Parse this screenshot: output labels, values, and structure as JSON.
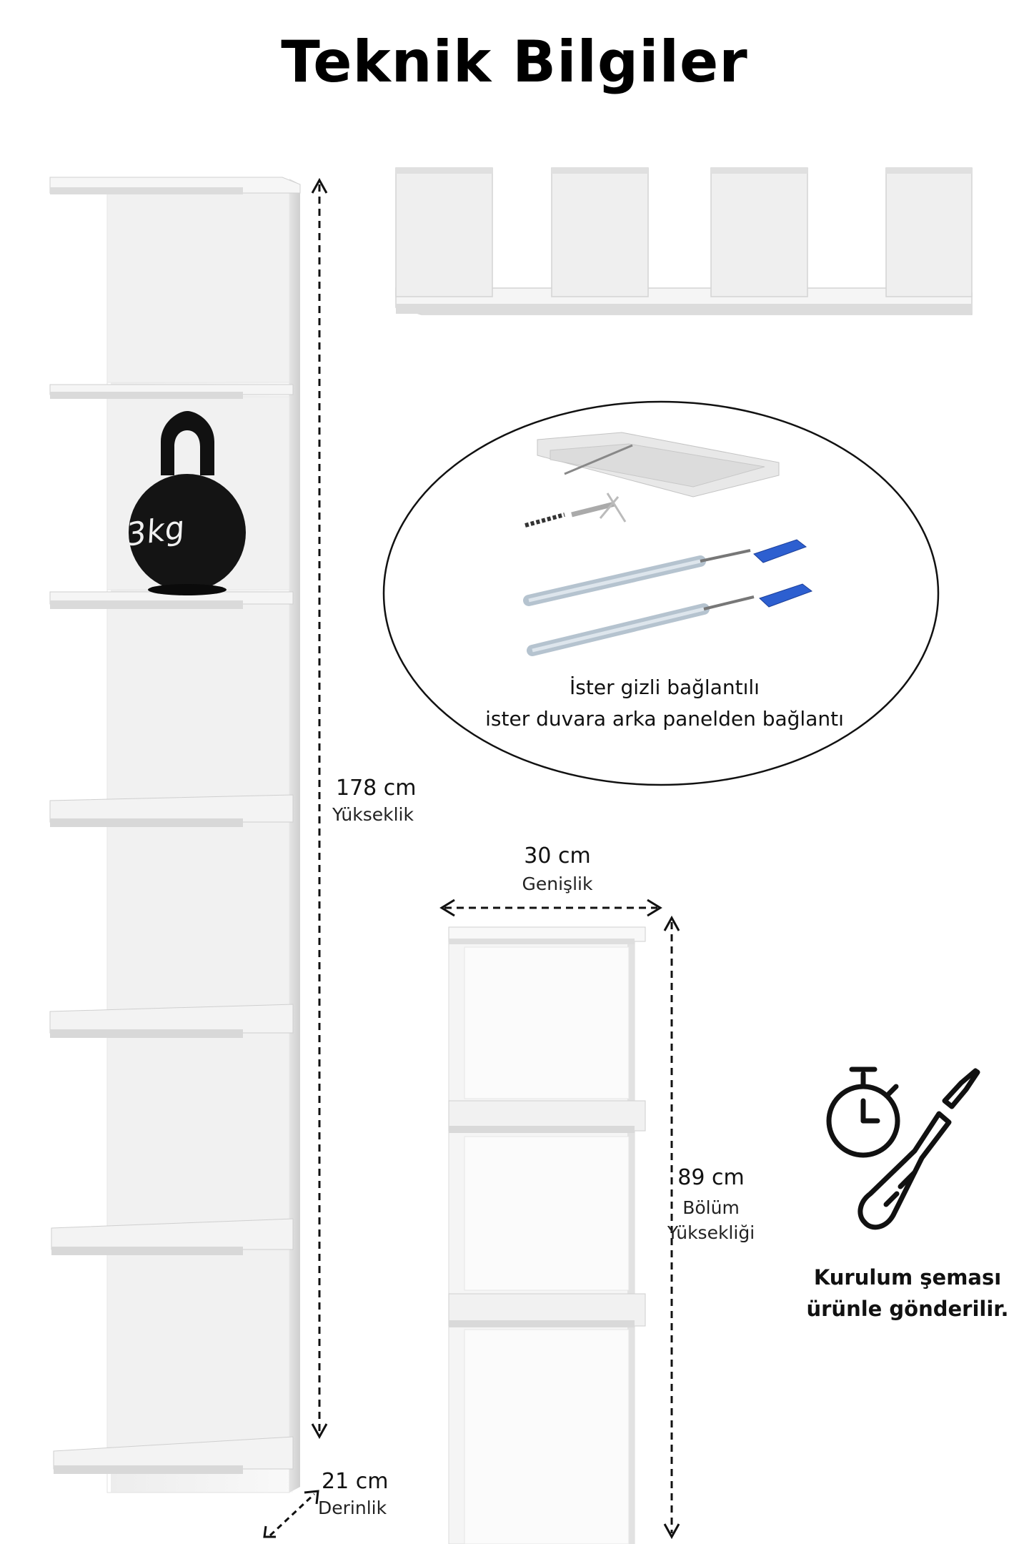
{
  "page": {
    "title": "Teknik Bilgiler"
  },
  "dimensions": {
    "height": {
      "value": "178 cm",
      "label": "Yükseklik"
    },
    "width": {
      "value": "30 cm",
      "label": "Genişlik"
    },
    "depth": {
      "value": "21 cm",
      "label": "Derinlik"
    },
    "section_height": {
      "value": "89 cm",
      "label_line1": "Bölüm",
      "label_line2": "Yüksekliği"
    }
  },
  "weight_badge": {
    "text": "3kg"
  },
  "connection_info": {
    "line1": "İster gizli bağlantılı",
    "line2": "ister duvara arka panelden bağlantı"
  },
  "assembly_info": {
    "line1": "Kurulum şeması",
    "line2": "ürünle gönderilir."
  },
  "icons": [
    "stopwatch-icon",
    "screwdriver-icon",
    "kettlebell-icon",
    "dimension-arrow-icon"
  ],
  "colors": {
    "shelf": "#f4f4f4",
    "shelf_edge": "#d6d6d6",
    "back_panel": "#f7f7f7",
    "wall_plug": "#2d5fd0",
    "text": "#111111"
  }
}
